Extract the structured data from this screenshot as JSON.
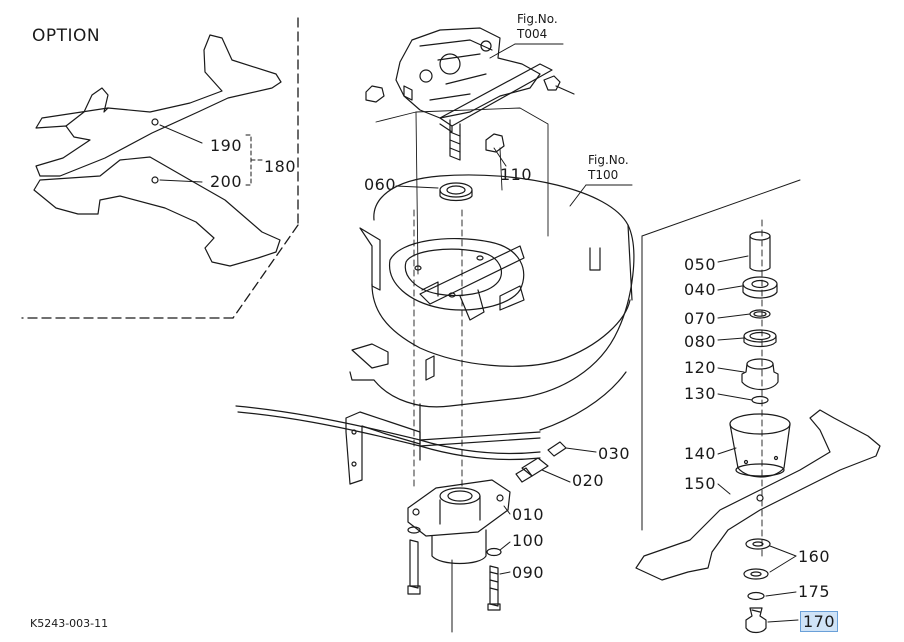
{
  "diagram": {
    "option_label": "OPTION",
    "reference_code": "K5243-003-11",
    "figure_refs": [
      {
        "id": "t004",
        "line1": "Fig.No.",
        "line2": "T004"
      },
      {
        "id": "t100",
        "line1": "Fig.No.",
        "line2": "T100"
      }
    ],
    "parts": [
      {
        "id": "p190",
        "label": "190"
      },
      {
        "id": "p200",
        "label": "200"
      },
      {
        "id": "p180",
        "label": "180"
      },
      {
        "id": "p060",
        "label": "060"
      },
      {
        "id": "p110",
        "label": "110"
      },
      {
        "id": "p050",
        "label": "050"
      },
      {
        "id": "p040",
        "label": "040"
      },
      {
        "id": "p070",
        "label": "070"
      },
      {
        "id": "p080",
        "label": "080"
      },
      {
        "id": "p120",
        "label": "120"
      },
      {
        "id": "p130",
        "label": "130"
      },
      {
        "id": "p140",
        "label": "140"
      },
      {
        "id": "p150",
        "label": "150"
      },
      {
        "id": "p030",
        "label": "030"
      },
      {
        "id": "p020",
        "label": "020"
      },
      {
        "id": "p010",
        "label": "010"
      },
      {
        "id": "p100",
        "label": "100"
      },
      {
        "id": "p090",
        "label": "090"
      },
      {
        "id": "p160",
        "label": "160"
      },
      {
        "id": "p175",
        "label": "175"
      },
      {
        "id": "p170",
        "label": "170",
        "selected": true
      }
    ],
    "colors": {
      "line": "#1a1a1a",
      "highlight_bg": "#cfe3f7",
      "highlight_border": "#6aa0d8"
    }
  }
}
